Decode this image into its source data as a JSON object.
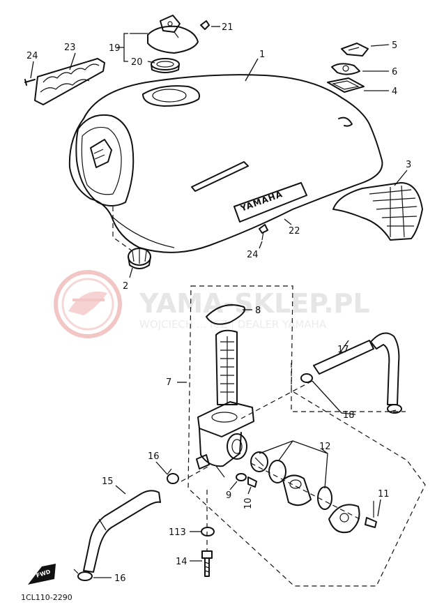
{
  "watermark": {
    "title": "YAMA-SKLEP.PL",
    "subtitle": "WOJCIECH ... ICZ | DEALER YAMAHA",
    "color": "#e0e0e0",
    "logo_color": "#f3c6c6"
  },
  "diagram_code": "1CL110-2290",
  "tank_logo": "YAMAHA",
  "fwd_label": "FWD",
  "callouts": [
    "1",
    "2",
    "3",
    "4",
    "5",
    "6",
    "7",
    "8",
    "9",
    "10",
    "11",
    "12",
    "113",
    "14",
    "15",
    "16",
    "16",
    "17",
    "18",
    "19",
    "20",
    "21",
    "22",
    "23",
    "24",
    "24"
  ]
}
